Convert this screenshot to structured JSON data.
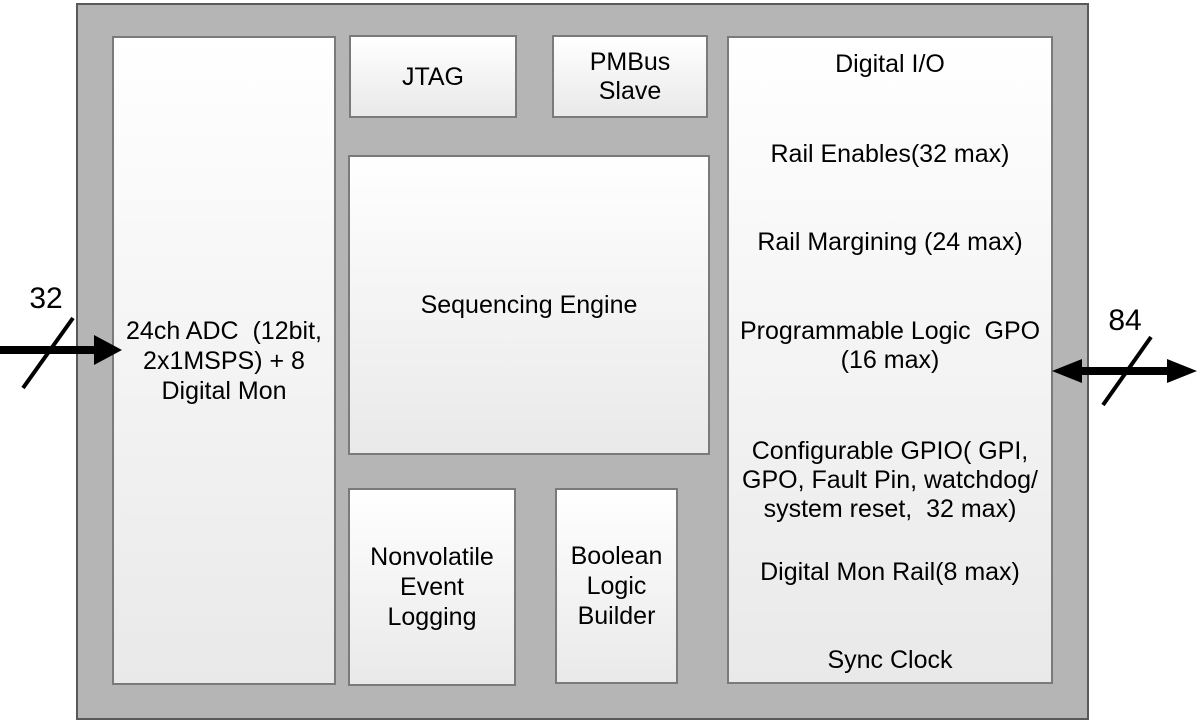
{
  "buses": {
    "input": {
      "label": "32",
      "direction": "in"
    },
    "output": {
      "label": "84",
      "direction": "bidirectional"
    }
  },
  "blocks": {
    "adc": {
      "label": "24ch ADC  (12bit,\n2x1MSPS) + 8\nDigital Mon"
    },
    "jtag": {
      "label": "JTAG"
    },
    "pmbus": {
      "label": "PMBus\nSlave"
    },
    "sequencing": {
      "label": "Sequencing Engine"
    },
    "nonvolatile": {
      "label": "Nonvolatile\nEvent\nLogging"
    },
    "boolean": {
      "label": "Boolean\nLogic\nBuilder"
    },
    "digital_io": {
      "title": "Digital I/O",
      "items": [
        {
          "label": "Rail Enables(32 max)"
        },
        {
          "label": "Rail Margining (24 max)"
        },
        {
          "label": "Programmable Logic  GPO\n(16 max)"
        },
        {
          "label": "Configurable GPIO( GPI,\nGPO, Fault Pin, watchdog/\nsystem reset,  32 max)"
        },
        {
          "label": "Digital Mon Rail(8 max)"
        },
        {
          "label": "Sync Clock"
        }
      ]
    }
  },
  "colors": {
    "chip_fill": "#b5b5b5",
    "chip_border": "#595959",
    "block_border": "#7a7a7a",
    "block_fill_top": "#ffffff",
    "block_fill_bottom": "#e9e9e9",
    "arrow": "#000000",
    "text": "#000000"
  }
}
